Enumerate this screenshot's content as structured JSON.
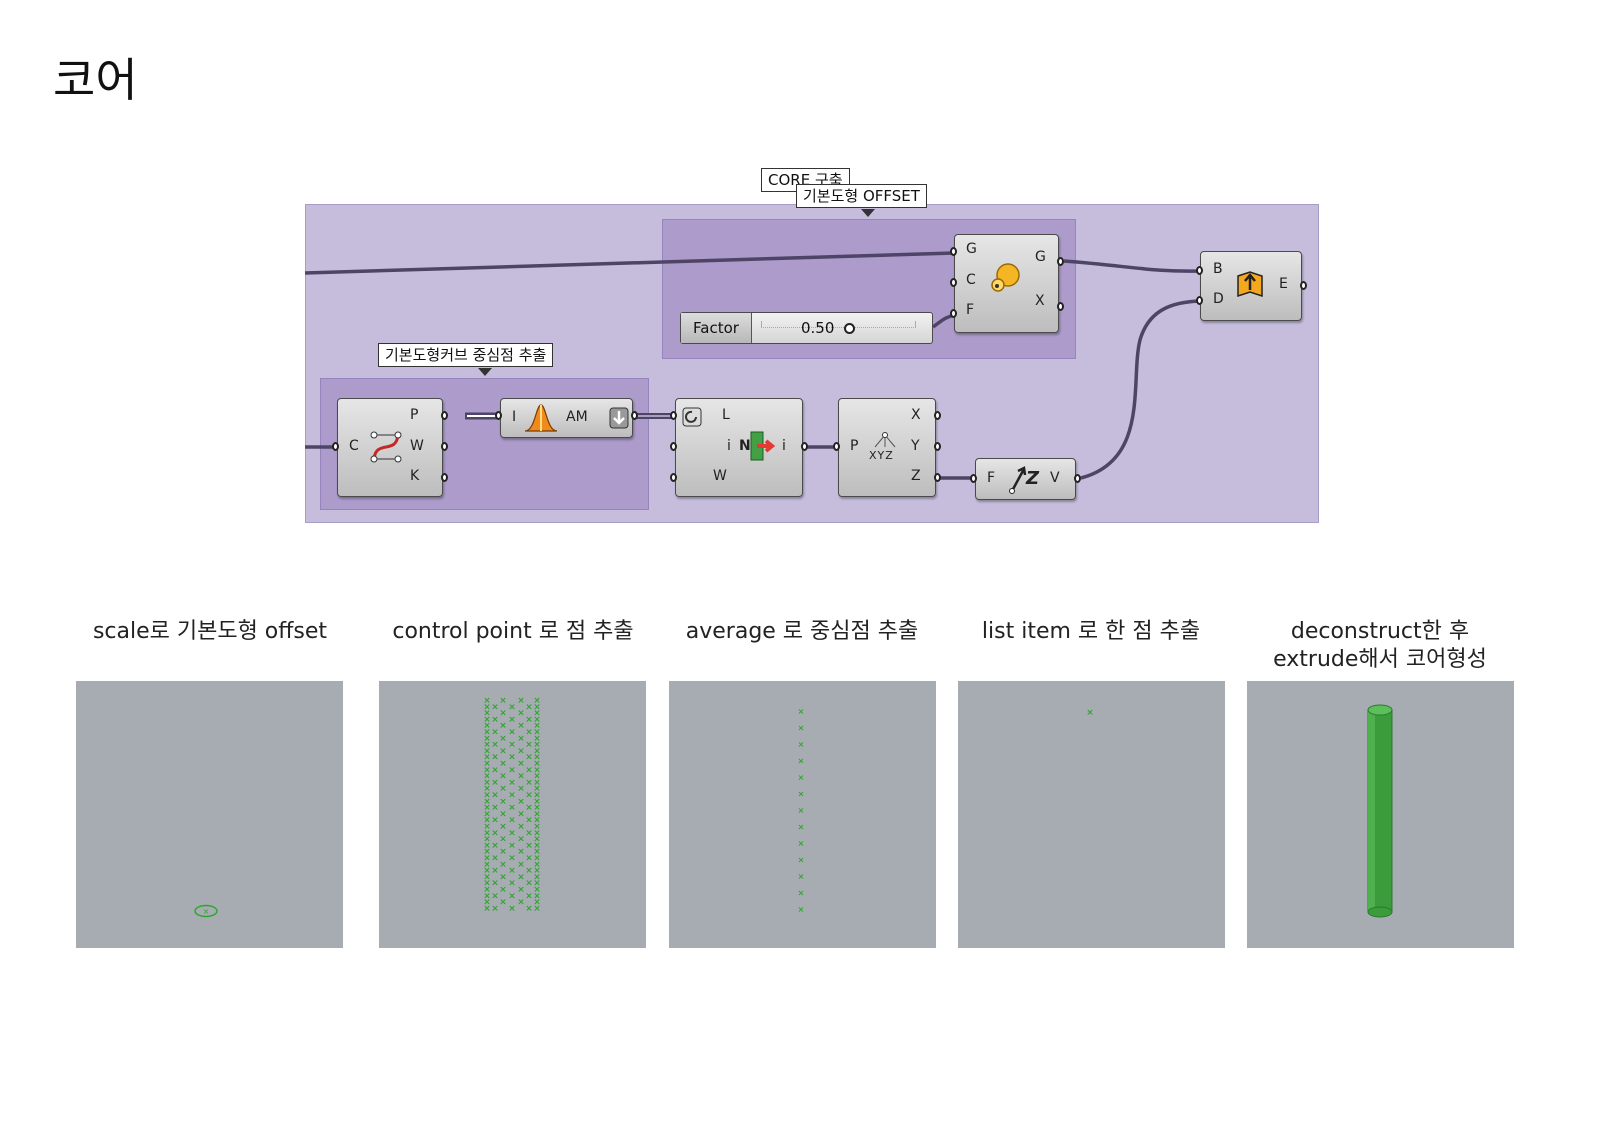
{
  "page": {
    "title": "코어"
  },
  "canvas": {
    "tags": {
      "core": "CORE 구축",
      "offset": "기본도형 OFFSET",
      "center": "기본도형커브 중심점 추출"
    },
    "slider": {
      "label": "Factor",
      "value": "0.50"
    },
    "components": {
      "scale": {
        "inputs": [
          "G",
          "C",
          "F"
        ],
        "outputs": [
          "G",
          "X"
        ]
      },
      "extrude": {
        "inputs": [
          "B",
          "D"
        ],
        "outputs": [
          "E"
        ]
      },
      "control_points": {
        "inputs": [
          "C"
        ],
        "outputs": [
          "P",
          "W",
          "K"
        ]
      },
      "average": {
        "input": "I",
        "output": "AM"
      },
      "list_item": {
        "inputs": [
          "L",
          "i",
          "W"
        ],
        "outputs": [
          "i"
        ],
        "icon_letter": "N"
      },
      "deconstruct": {
        "inputs": [
          "P"
        ],
        "outputs": [
          "X",
          "Y",
          "Z"
        ],
        "icon_text": "XYZ"
      },
      "unit_z": {
        "inputs": [
          "F"
        ],
        "outputs": [
          "V"
        ],
        "icon_letter": "Z"
      }
    }
  },
  "steps": [
    {
      "caption": [
        "scale로 기본도형 offset"
      ]
    },
    {
      "caption": [
        "control point 로 점 추출"
      ]
    },
    {
      "caption": [
        "average 로 중심점 추출"
      ]
    },
    {
      "caption": [
        "list item 로 한 점 추출"
      ]
    },
    {
      "caption": [
        "deconstruct한 후",
        "extrude해서 코어형성"
      ]
    }
  ],
  "colors": {
    "group_outer": "#c6bddd",
    "group_inner": "#ac9bcb",
    "wire": "#4e4466",
    "preview_green": "#2fa52f",
    "viewport": "#a7acb2"
  }
}
